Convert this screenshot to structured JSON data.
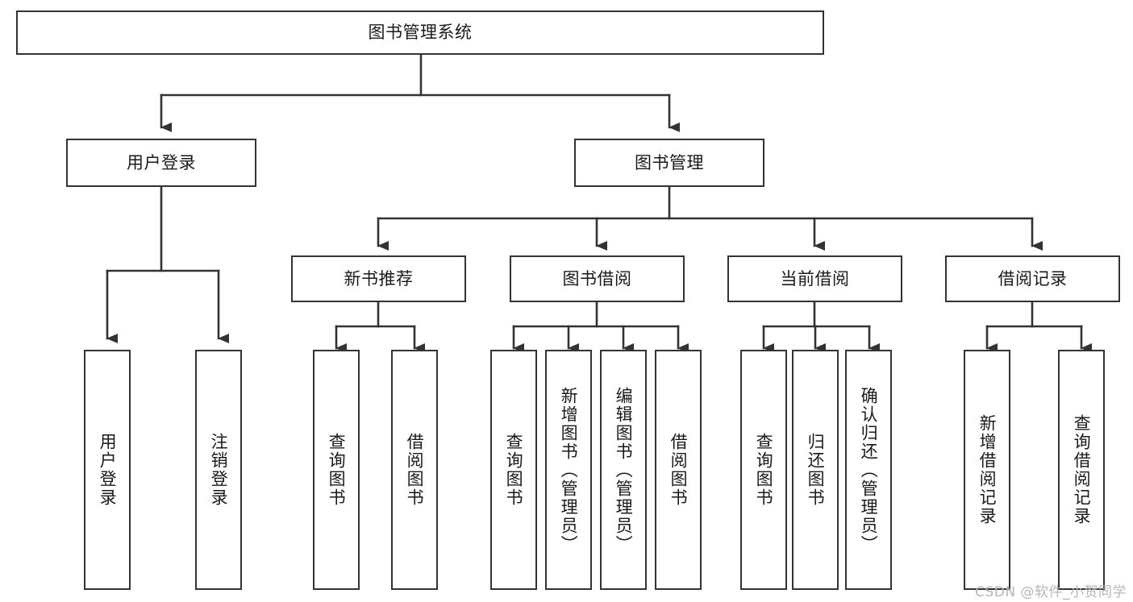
{
  "diagram": {
    "title": "图书管理系统",
    "watermark": "CSDN @软件_小贺同学",
    "colors": {
      "border": "#333333",
      "background": "#ffffff",
      "text": "#1a1a1a",
      "watermark": "#b6b6b6"
    },
    "root": {
      "label": "图书管理系统"
    },
    "level2": [
      {
        "label": "用户登录"
      },
      {
        "label": "图书管理"
      }
    ],
    "level3": [
      {
        "label": "新书推荐"
      },
      {
        "label": "图书借阅"
      },
      {
        "label": "当前借阅"
      },
      {
        "label": "借阅记录"
      }
    ],
    "leaves": {
      "user_login": [
        {
          "label": "用户登录"
        },
        {
          "label": "注销登录"
        }
      ],
      "new_book": [
        {
          "label": "查询图书"
        },
        {
          "label": "借阅图书"
        }
      ],
      "borrow": [
        {
          "label": "查询图书"
        },
        {
          "label": "新增图书（管理员）"
        },
        {
          "label": "编辑图书（管理员）"
        },
        {
          "label": "借阅图书"
        }
      ],
      "current": [
        {
          "label": "查询图书"
        },
        {
          "label": "归还图书"
        },
        {
          "label": "确认归还（管理员）"
        }
      ],
      "records": [
        {
          "label": "新增借阅记录"
        },
        {
          "label": "查询借阅记录"
        }
      ]
    }
  }
}
